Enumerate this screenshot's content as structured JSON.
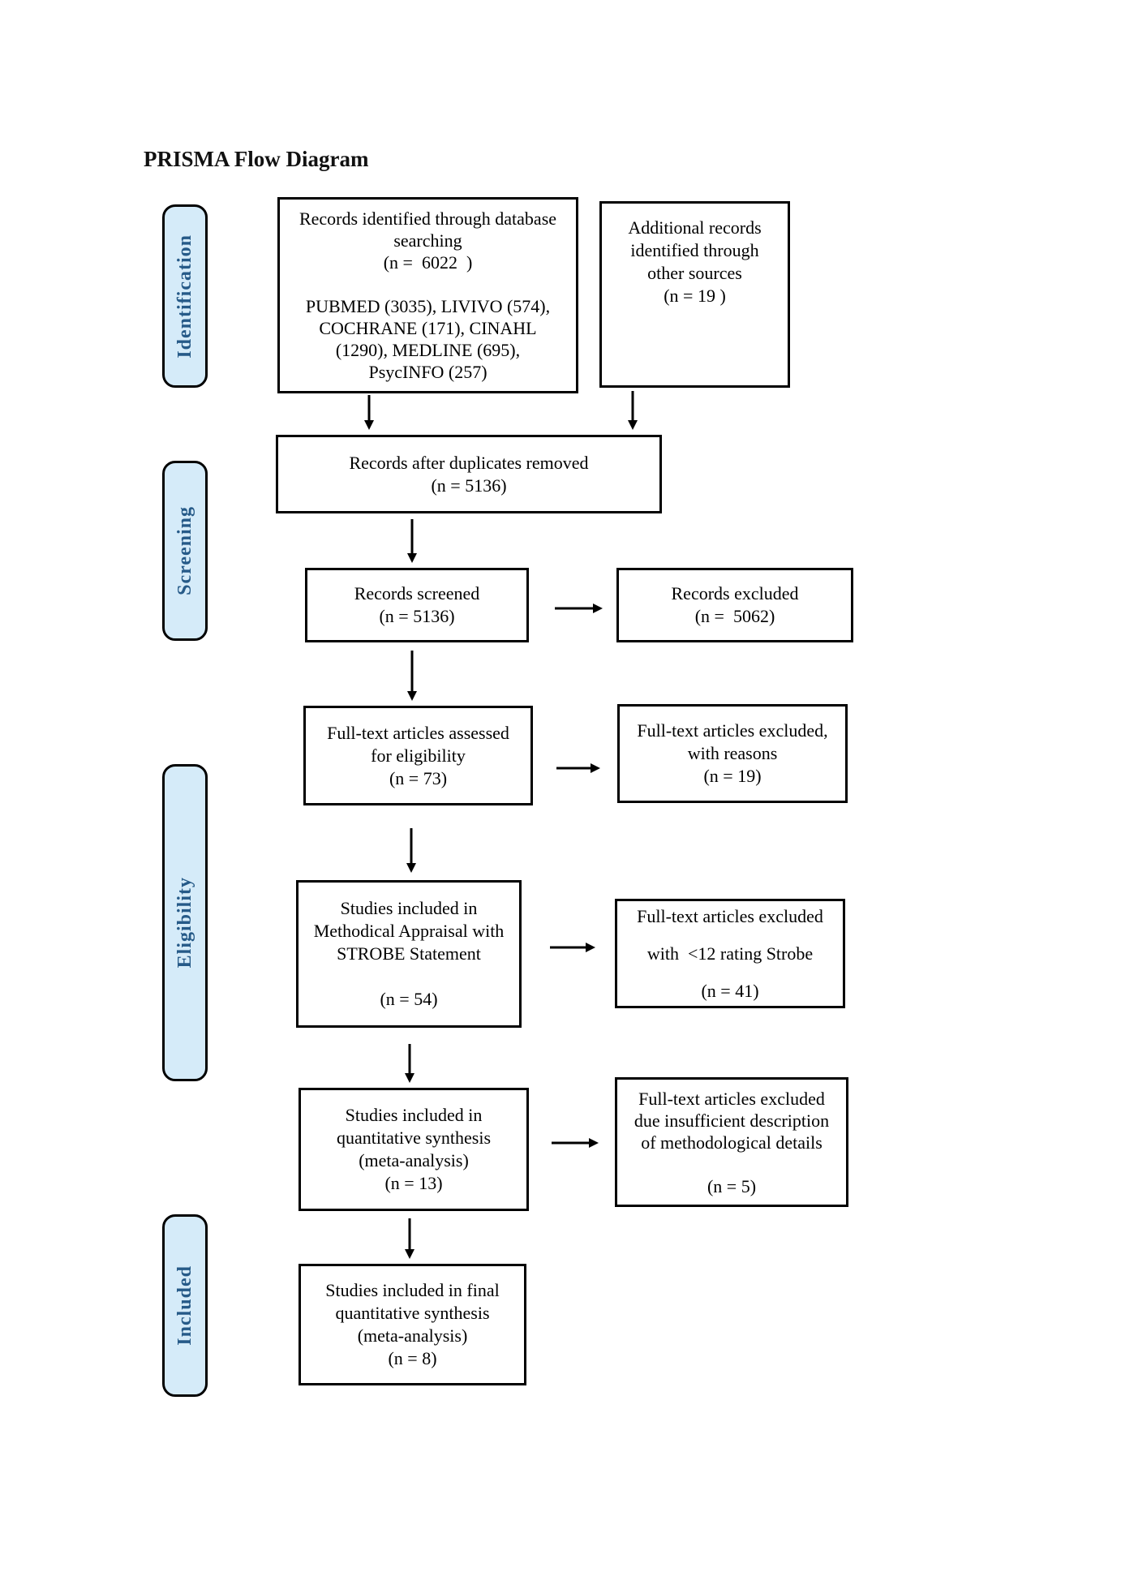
{
  "title": "PRISMA Flow Diagram",
  "colors": {
    "stage_fill": "#d5ebf9",
    "stage_text": "#265a88",
    "box_fill": "#ffffff",
    "box_border": "#000000",
    "box_text": "#000000",
    "arrow": "#000000"
  },
  "stages": [
    {
      "label": "Identification"
    },
    {
      "label": "Screening"
    },
    {
      "label": "Eligibility"
    },
    {
      "label": "Included"
    }
  ],
  "boxes": {
    "records_identified": {
      "lines": [
        "Records identified through database",
        "searching",
        "(n =  6022  )",
        "",
        "PUBMED (3035), LIVIVO (574),",
        "COCHRANE (171), CINAHL",
        "(1290), MEDLINE (695),",
        "PsycINFO (257)"
      ]
    },
    "additional_records": {
      "lines": [
        "Additional records",
        "identified through",
        "other sources",
        "(n = 19 )"
      ]
    },
    "duplicates_removed": {
      "lines": [
        "Records after duplicates removed",
        "(n = 5136)"
      ]
    },
    "records_screened": {
      "lines": [
        "Records screened",
        "(n = 5136)"
      ]
    },
    "records_excluded": {
      "lines": [
        "Records excluded",
        "(n =  5062)"
      ]
    },
    "fulltext_assessed": {
      "lines": [
        "Full-text articles assessed",
        "for eligibility",
        "(n = 73)"
      ]
    },
    "fulltext_excluded_reasons": {
      "lines": [
        "Full-text articles excluded,",
        "with reasons",
        "(n = 19)"
      ]
    },
    "strobe_appraisal": {
      "lines": [
        "Studies included in",
        "Methodical Appraisal with",
        "STROBE Statement",
        "",
        "(n = 54)"
      ]
    },
    "strobe_excluded": {
      "lines": [
        "Full-text articles excluded",
        "with  <12 rating Strobe",
        "(n = 41)"
      ]
    },
    "quantitative_synthesis": {
      "lines": [
        "Studies included in",
        "quantitative synthesis",
        "(meta-analysis)",
        "(n = 13)"
      ]
    },
    "insufficient_description": {
      "lines": [
        "Full-text articles excluded",
        "due insufficient description",
        "of methodological details",
        "",
        "(n = 5)"
      ]
    },
    "final_synthesis": {
      "lines": [
        "Studies included in final",
        "quantitative synthesis",
        "(meta-analysis)",
        "(n = 8)"
      ]
    }
  }
}
